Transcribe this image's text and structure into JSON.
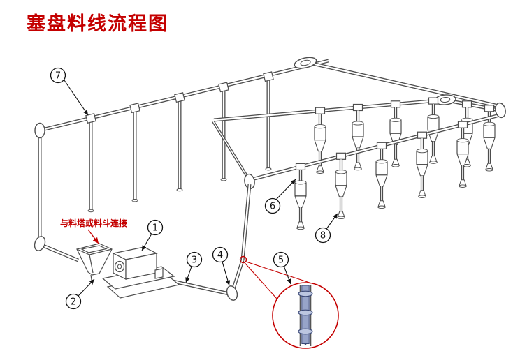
{
  "title": "塞盘料线流程图",
  "diagram": {
    "note_label": "与料塔或料斗连接",
    "callouts": [
      {
        "label": "1"
      },
      {
        "label": "2"
      },
      {
        "label": "3"
      },
      {
        "label": "4"
      },
      {
        "label": "5"
      },
      {
        "label": "6"
      },
      {
        "label": "7"
      },
      {
        "label": "8"
      }
    ],
    "colors": {
      "accent_red": "#c40000",
      "line_gray": "#4d4d4d",
      "chain_blue": "#97a4c9"
    }
  }
}
